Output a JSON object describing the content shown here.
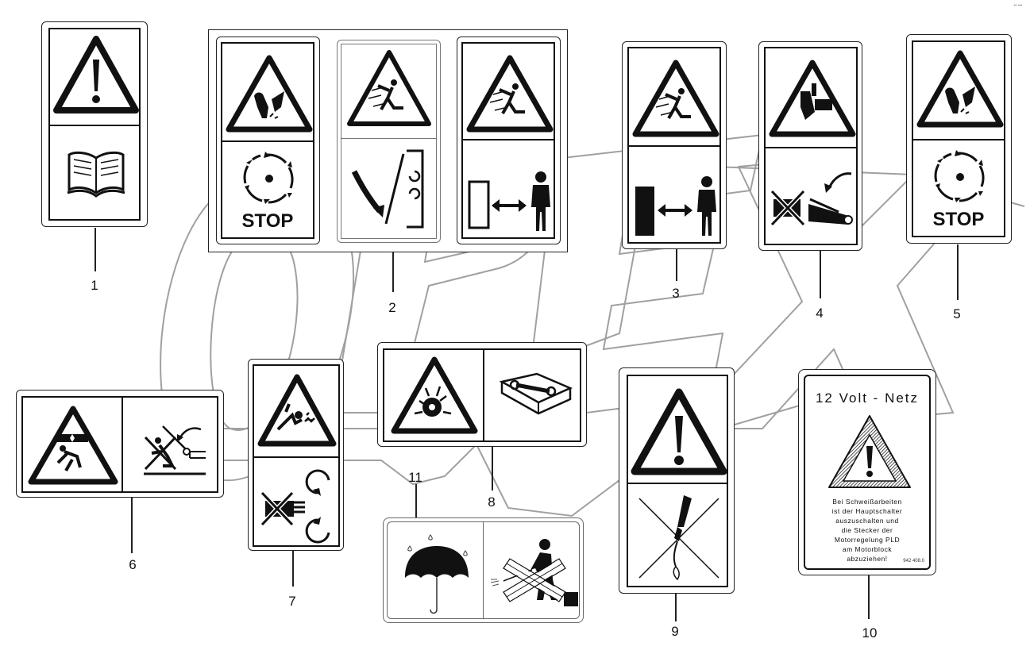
{
  "corner_mark": "▪▪ ▪▪▪",
  "watermark": {
    "text": "OPEX",
    "color": "#9a9a9a"
  },
  "callouts": [
    {
      "id": 1,
      "label": "1"
    },
    {
      "id": 2,
      "label": "2"
    },
    {
      "id": 3,
      "label": "3"
    },
    {
      "id": 4,
      "label": "4"
    },
    {
      "id": 5,
      "label": "5"
    },
    {
      "id": 6,
      "label": "6"
    },
    {
      "id": 7,
      "label": "7"
    },
    {
      "id": 8,
      "label": "8"
    },
    {
      "id": 9,
      "label": "9"
    },
    {
      "id": 10,
      "label": "10"
    },
    {
      "id": 11,
      "label": "11"
    }
  ],
  "decals": {
    "d1": {
      "top_icon": "warning-exclamation",
      "bottom_icon": "read-manual-book"
    },
    "d2a": {
      "top_icon": "hand-cutting-hazard",
      "bottom_icon": "rotating-arrows",
      "stop_label": "STOP"
    },
    "d2b": {
      "top_icon": "thrown-objects-hazard",
      "bottom_icon": "hood-closing-arrow"
    },
    "d2c": {
      "top_icon": "thrown-objects-hazard",
      "bottom_icon": "keep-distance"
    },
    "d3": {
      "top_icon": "thrown-objects-hazard",
      "bottom_icon": "keep-distance-solid"
    },
    "d4": {
      "top_icon": "hand-crush-hazard",
      "bottom_icon": "no-hands-hinge"
    },
    "d5": {
      "top_icon": "hand-cutting-hazard",
      "bottom_icon": "rotating-arrows",
      "stop_label": "STOP"
    },
    "d6": {
      "left_icon": "crush-under-load-hazard",
      "right_icon": "no-person-under-hood"
    },
    "d7": {
      "top_icon": "entanglement-hazard",
      "bottom_icon": "no-hand-rotating-parts"
    },
    "d8": {
      "left_icon": "explosion-hazard",
      "right_icon": "service-manual"
    },
    "d9": {
      "top_icon": "warning-exclamation",
      "bottom_icon": "no-welding-torch"
    },
    "d10": {
      "title": "12 Volt - Netz",
      "icon": "warning-triangle-hatched",
      "text_lines": [
        "Bei Schweißarbeiten",
        "ist der Hauptschalter",
        "auszuschalten und",
        "die Stecker der",
        "Motorregelung PLD",
        "am Motorblock",
        "abzuziehen!"
      ],
      "code": "942 408.0"
    },
    "d11": {
      "left_icon": "umbrella-keep-dry",
      "right_icon": "no-pressure-washer"
    }
  }
}
